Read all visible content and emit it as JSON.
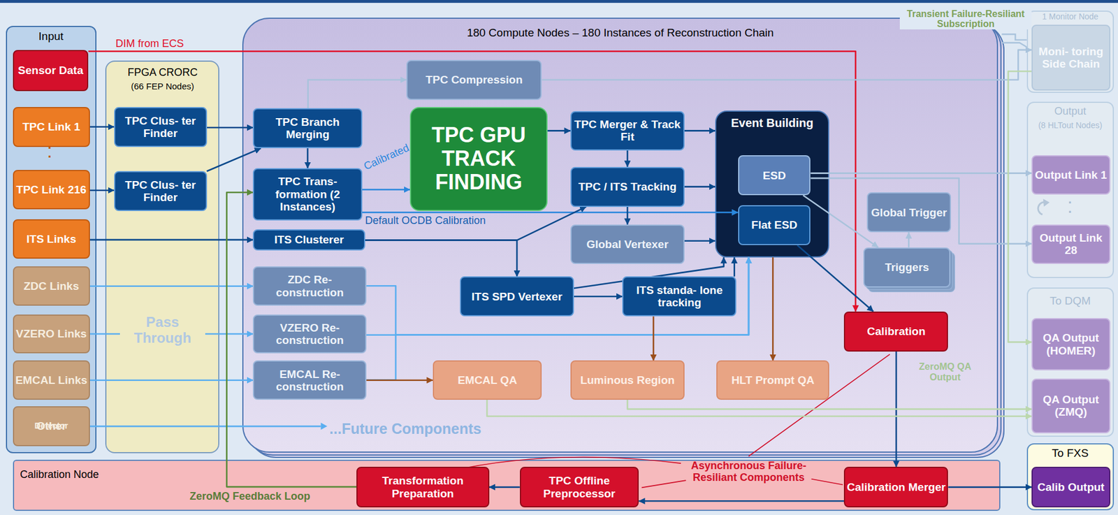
{
  "diagram": {
    "nodes": [
      {
        "text": [
          "Input"
        ]
      },
      {
        "text": [
          "Sensor Data"
        ],
        "in": 0
      },
      {
        "text": [
          "TPC Link 1"
        ],
        "in": 0
      },
      {
        "text": [
          "TPC Link 216"
        ],
        "in": 0
      },
      {
        "text": [
          "ITS Links"
        ],
        "in": 0
      },
      {
        "text": [
          "ZDC Links"
        ],
        "in": 0
      },
      {
        "text": [
          "VZERO Links"
        ],
        "in": 0
      },
      {
        "text": [
          "EMCAL Links"
        ],
        "in": 0
      },
      {
        "text": [
          "Other",
          "Detector"
        ],
        "in": 0
      },
      {
        "text": [
          "FPGA CRORC",
          "(66 FEP Nodes)",
          "Pass Through"
        ]
      },
      {
        "text": [
          "TPC Clus- ter Finder"
        ],
        "in": 9
      },
      {
        "text": [
          "TPC Clus- ter Finder"
        ],
        "in": 9
      },
      {
        "text": [
          "180 Compute Nodes – 180 Instances of Reconstruction Chain"
        ]
      },
      {
        "text": [
          "TPC Compression"
        ],
        "in": 12
      },
      {
        "text": [
          "TPC Branch Merging"
        ],
        "in": 12
      },
      {
        "text": [
          "TPC Trans- formation (2 Instances)"
        ],
        "in": 12
      },
      {
        "text": [
          "TPC GPU TRACK FINDING"
        ],
        "in": 12
      },
      {
        "text": [
          "TPC Merger & Track Fit"
        ],
        "in": 12
      },
      {
        "text": [
          "TPC / ITS Tracking"
        ],
        "in": 12
      },
      {
        "text": [
          "Global Vertexer"
        ],
        "in": 12
      },
      {
        "text": [
          "ITS Clusterer"
        ],
        "in": 12
      },
      {
        "text": [
          "ZDC Re- construction"
        ],
        "in": 12
      },
      {
        "text": [
          "VZERO Re- construction"
        ],
        "in": 12
      },
      {
        "text": [
          "EMCAL Re- construction"
        ],
        "in": 12
      },
      {
        "text": [
          "ITS SPD Vertexer"
        ],
        "in": 12
      },
      {
        "text": [
          "ITS standa- lone tracking"
        ],
        "in": 12
      },
      {
        "text": [
          "Event Building"
        ],
        "in": 12
      },
      {
        "text": [
          "ESD"
        ],
        "in": 26
      },
      {
        "text": [
          "Flat ESD"
        ],
        "in": 26
      },
      {
        "text": [
          "EMCAL QA"
        ],
        "in": 12
      },
      {
        "text": [
          "Luminous Region"
        ],
        "in": 12
      },
      {
        "text": [
          "HLT Prompt QA"
        ],
        "in": 12
      },
      {
        "text": [
          "Calibration"
        ],
        "in": 12
      },
      {
        "text": [
          "Global Trigger"
        ],
        "in": 12
      },
      {
        "text": [
          "Triggers"
        ],
        "in": 12
      },
      {
        "text": [
          "1 Monitor Node"
        ]
      },
      {
        "text": [
          "Moni- toring Side Chain"
        ],
        "in": 35
      },
      {
        "text": [
          "Output",
          "(8 HLTout Nodes)"
        ]
      },
      {
        "text": [
          "Output Link 1"
        ],
        "in": 37
      },
      {
        "text": [
          "Output Link 28"
        ],
        "in": 37
      },
      {
        "text": [
          "To DQM"
        ]
      },
      {
        "text": [
          "QA Output (HOMER)"
        ],
        "in": 40
      },
      {
        "text": [
          "QA Output (ZMQ)"
        ],
        "in": 40
      },
      {
        "text": [
          "To FXS"
        ]
      },
      {
        "text": [
          "Calib Output"
        ],
        "in": 43
      },
      {
        "text": [
          "Calibration Node"
        ]
      },
      {
        "text": [
          "Transformation Preparation"
        ],
        "in": 45
      },
      {
        "text": [
          "TPC Offline Preprocessor"
        ],
        "in": 45
      },
      {
        "text": [
          "Calibration Merger"
        ],
        "in": 45
      }
    ],
    "edges": [
      {
        "from": 1,
        "to": 32,
        "arrow": "to",
        "label": "DIM from ECS"
      },
      {
        "from": 2,
        "to": 10,
        "arrow": "to"
      },
      {
        "from": 3,
        "to": 11,
        "arrow": "to"
      },
      {
        "from": 10,
        "to": 14,
        "arrow": "to"
      },
      {
        "from": 11,
        "to": 14,
        "arrow": "to"
      },
      {
        "from": 14,
        "to": 15,
        "arrow": "to"
      },
      {
        "from": 14,
        "to": 13,
        "arrow": "to"
      },
      {
        "from": 15,
        "to": 16,
        "arrow": "to",
        "label": "Calibrated"
      },
      {
        "from": 15,
        "to": 28,
        "arrow": "to",
        "label": "Default OCDB Calibration"
      },
      {
        "from": 4,
        "to": 20,
        "arrow": "to"
      },
      {
        "from": 20,
        "to": 18,
        "arrow": "to"
      },
      {
        "from": 20,
        "to": 24,
        "arrow": "to"
      },
      {
        "from": 16,
        "to": 17,
        "arrow": "to"
      },
      {
        "from": 17,
        "to": 18,
        "arrow": "to"
      },
      {
        "from": 17,
        "to": 26,
        "arrow": "to"
      },
      {
        "from": 18,
        "to": 26,
        "arrow": "to"
      },
      {
        "from": 18,
        "to": 19,
        "arrow": "to"
      },
      {
        "from": 19,
        "to": 26,
        "arrow": "to"
      },
      {
        "from": 24,
        "to": 25,
        "arrow": "to"
      },
      {
        "from": 24,
        "to": 26,
        "arrow": "to"
      },
      {
        "from": 25,
        "to": 26,
        "arrow": "to"
      },
      {
        "from": 5,
        "to": 21,
        "arrow": "to"
      },
      {
        "from": 6,
        "to": 22,
        "arrow": "to"
      },
      {
        "from": 7,
        "to": 23,
        "arrow": "to"
      },
      {
        "from": 21,
        "to": 26,
        "arrow": "to"
      },
      {
        "from": 22,
        "to": 26,
        "arrow": "to"
      },
      {
        "from": 23,
        "to": 26,
        "arrow": "to"
      },
      {
        "from": 23,
        "to": 29,
        "arrow": "to"
      },
      {
        "from": 25,
        "to": 30,
        "arrow": "to"
      },
      {
        "from": 26,
        "to": 31,
        "arrow": "to"
      },
      {
        "from": 28,
        "to": 32,
        "arrow": "to"
      },
      {
        "from": 27,
        "to": 34,
        "arrow": "to"
      },
      {
        "from": 34,
        "to": 33,
        "arrow": "to"
      },
      {
        "from": 27,
        "to": 38,
        "arrow": "to"
      },
      {
        "from": 27,
        "to": 39,
        "arrow": "to"
      },
      {
        "from": 13,
        "to": 36,
        "arrow": "to"
      },
      {
        "from": 32,
        "to": 48,
        "arrow": "to"
      },
      {
        "from": 48,
        "to": 47,
        "arrow": "to"
      },
      {
        "from": 47,
        "to": 46,
        "arrow": "to"
      },
      {
        "from": 46,
        "to": 15,
        "arrow": "to",
        "label": "ZeroMQ Feedback Loop"
      },
      {
        "from": 48,
        "to": 44,
        "arrow": "to"
      },
      {
        "from": 29,
        "to": 42,
        "arrow": "to"
      },
      {
        "from": 30,
        "to": 42,
        "arrow": "to"
      },
      {
        "from": 36,
        "to": 41,
        "arrow": "to"
      }
    ],
    "labels": [
      "Transient Failure-Resiliant Subscription",
      ".",
      ".",
      ".",
      ".",
      "ZeroMQ QA Output",
      "...Future Components",
      "Asynchronous Failure-Resiliant Components"
    ]
  }
}
